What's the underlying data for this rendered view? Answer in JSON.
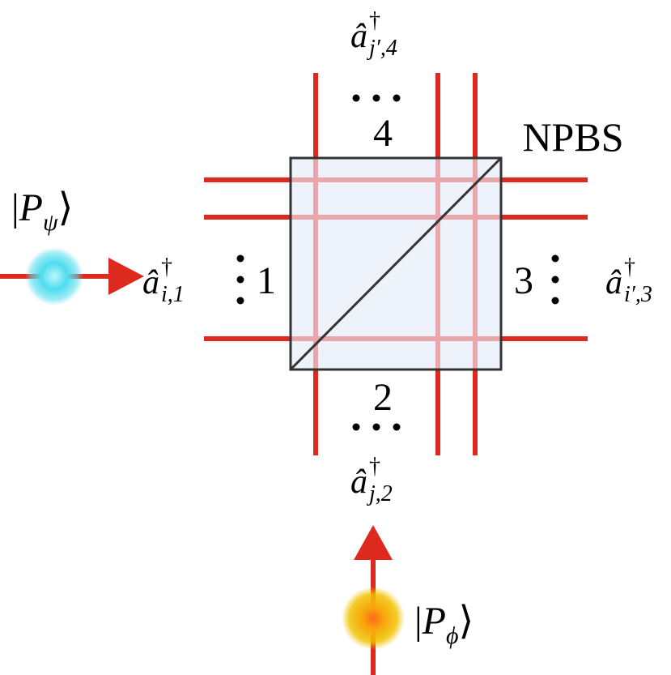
{
  "device_label": "NPBS",
  "ports": {
    "port1": {
      "number": "1",
      "operator": {
        "base": "â",
        "sup": "†",
        "sub": "i,1"
      }
    },
    "port2": {
      "number": "2",
      "operator": {
        "base": "â",
        "sup": "†",
        "sub": "j,2"
      }
    },
    "port3": {
      "number": "3",
      "operator": {
        "base": "â",
        "sup": "†",
        "sub": "i′,3"
      }
    },
    "port4": {
      "number": "4",
      "operator": {
        "base": "â",
        "sup": "†",
        "sub": "j′,4"
      }
    }
  },
  "inputs": {
    "psi": {
      "bra": "|",
      "name": "P",
      "sub": "ψ",
      "ket": "⟩"
    },
    "phi": {
      "bra": "|",
      "name": "P",
      "sub": "ϕ",
      "ket": "⟩"
    }
  },
  "colors": {
    "mode_line": "#de2a1e",
    "arrow": "#de2a1e",
    "cube_fill": "#eef3fb",
    "cube_edge": "#333333",
    "inside_line": "#e9a7ac",
    "photon_psi": "#4fdcee",
    "photon_phi": "#f1b400"
  }
}
